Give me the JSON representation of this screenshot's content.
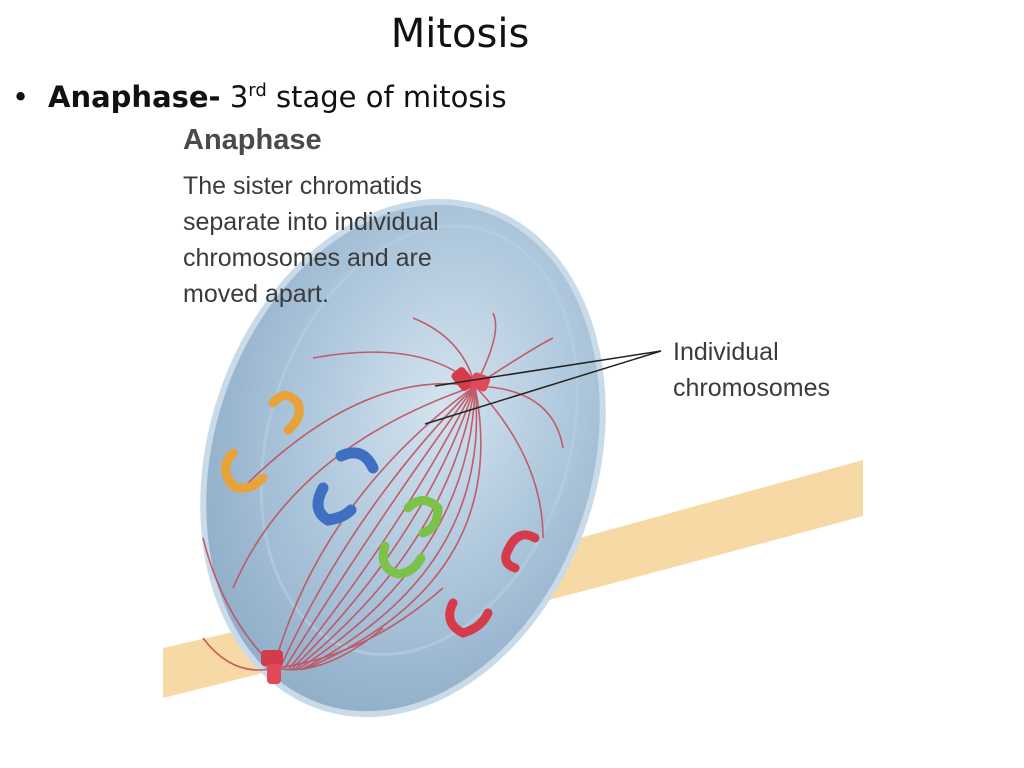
{
  "slide": {
    "title": "Mitosis",
    "bullet": {
      "marker": "•",
      "term": "Anaphase-",
      "number": "3",
      "superscript": "rd",
      "rest": "stage of mitosis"
    }
  },
  "figure": {
    "heading": "Anaphase",
    "caption": "The sister chromatids separate into individual chromosomes and are moved apart.",
    "label": "Individual chromosomes"
  },
  "colors": {
    "cell_fill": "#a9c3d9",
    "cell_edge": "#c7d9e8",
    "spindle_fiber": "#c0505e",
    "background_band": "#f6d9a4",
    "chromosome_orange": "#e7a33a",
    "chromosome_blue": "#3f6fc0",
    "chromosome_green": "#7cc24a",
    "chromosome_red": "#d63b4b"
  }
}
